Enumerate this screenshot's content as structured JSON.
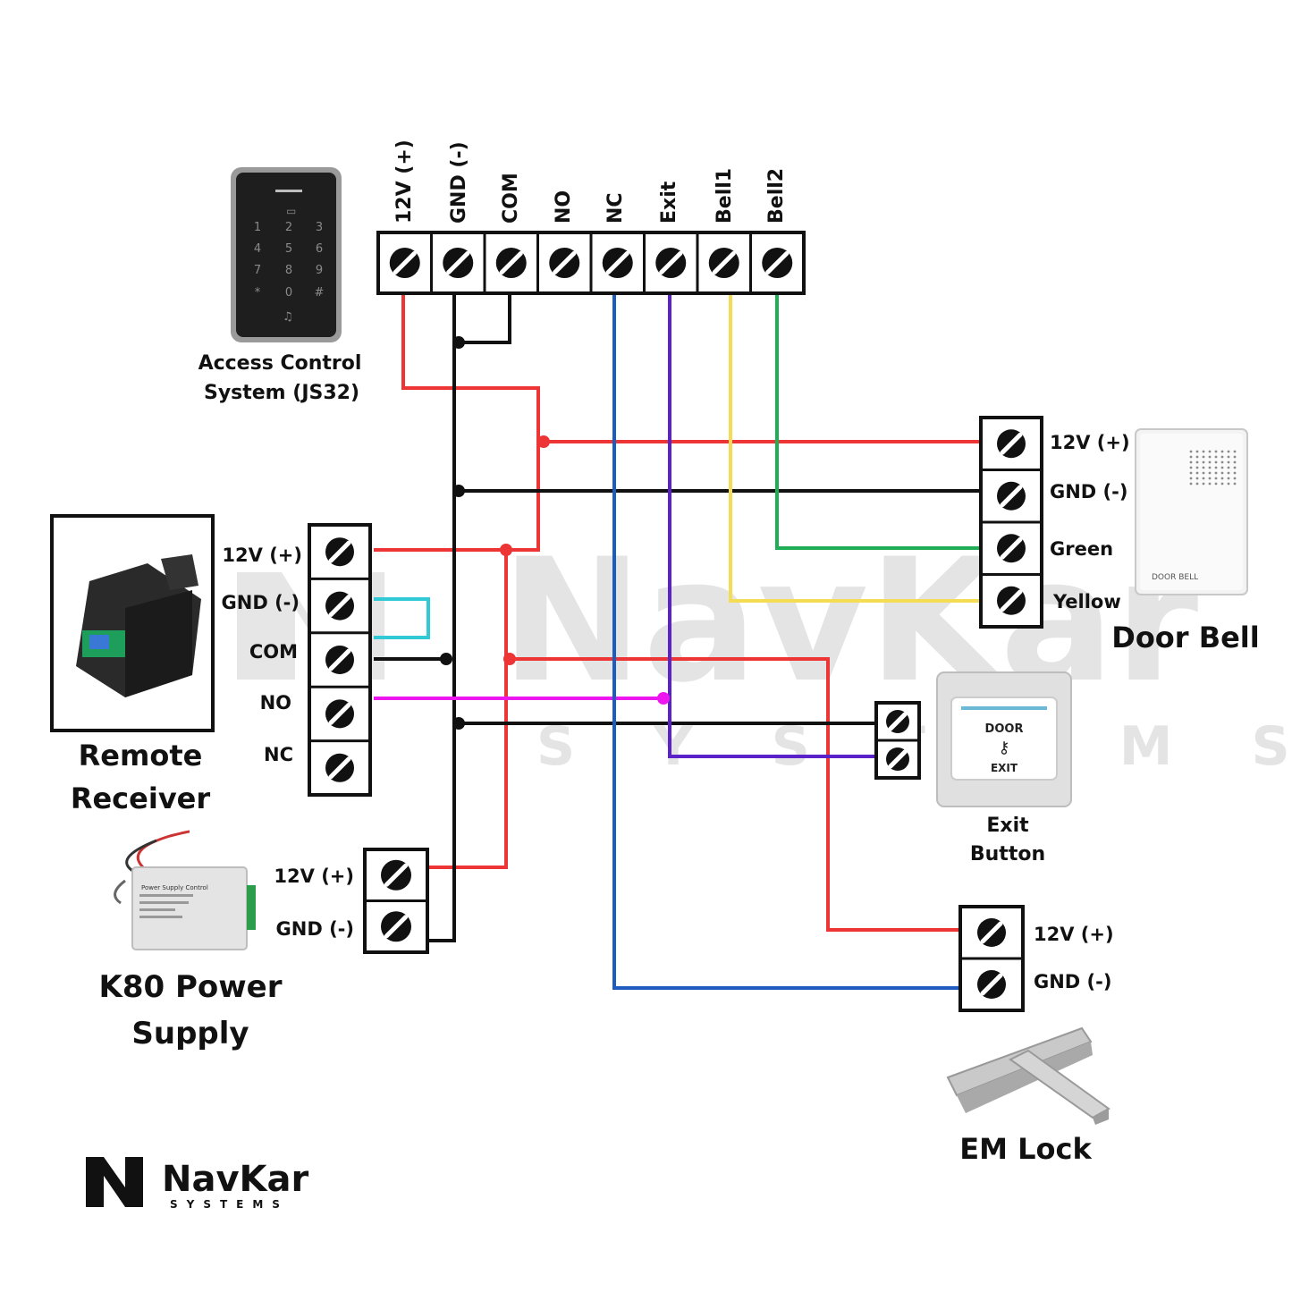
{
  "top_terminal_labels": [
    "12V (+)",
    "GND (-)",
    "COM",
    "NO",
    "NC",
    "Exit",
    "Bell1",
    "Bell2"
  ],
  "access_control": {
    "title_line1": "Access Control",
    "title_line2": "System (JS32)",
    "keys": [
      "1",
      "2",
      "3",
      "4",
      "5",
      "6",
      "7",
      "8",
      "9",
      "*",
      "0",
      "#"
    ]
  },
  "remote_receiver": {
    "title_line1": "Remote",
    "title_line2": "Receiver",
    "terminals": [
      "12V (+)",
      "GND (-)",
      "COM",
      "NO",
      "NC"
    ]
  },
  "power_supply": {
    "title_line1": "K80 Power",
    "title_line2": "Supply",
    "terminals": [
      "12V (+)",
      "GND (-)"
    ],
    "device_text": "Power Supply Control"
  },
  "door_bell": {
    "title": "Door Bell",
    "terminals": [
      "12V (+)",
      "GND (-)",
      "Green",
      "Yellow"
    ],
    "device_text": "DOOR BELL"
  },
  "exit_button": {
    "title_line1": "Exit",
    "title_line2": "Button",
    "face_top": "DOOR",
    "face_bottom": "EXIT"
  },
  "em_lock": {
    "title": "EM Lock",
    "terminals": [
      "12V (+)",
      "GND (-)"
    ]
  },
  "watermark": {
    "main": "NavKar",
    "sub": "SYSTEMS"
  },
  "logo": {
    "name": "NavKar",
    "sub": "SYSTEMS"
  },
  "colors": {
    "red": "#ee3535",
    "black": "#111111",
    "blue": "#1e5bbf",
    "purple": "#5b22c9",
    "yellow": "#f5dc55",
    "green": "#1fae55",
    "cyan": "#32c9d6",
    "magenta": "#ee16ee"
  }
}
